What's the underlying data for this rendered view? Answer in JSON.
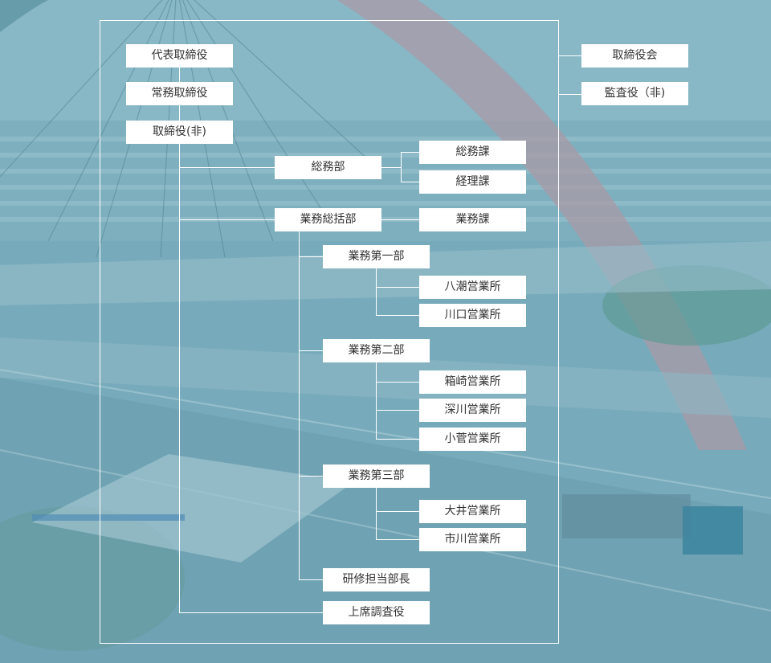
{
  "org_chart": {
    "executives": {
      "representative_director": "代表取締役",
      "managing_director": "常務取締役",
      "outside_director": "取締役(非)"
    },
    "board": {
      "board_of_directors": "取締役会",
      "outside_auditor": "監査役（非)"
    },
    "departments": {
      "general_affairs": {
        "name": "総務部",
        "sections": [
          "総務課",
          "経理課"
        ]
      },
      "operations_control": {
        "name": "業務総括部",
        "section": "業務課",
        "divisions": [
          {
            "name": "業務第一部",
            "offices": [
              "八潮営業所",
              "川口営業所"
            ]
          },
          {
            "name": "業務第二部",
            "offices": [
              "箱崎営業所",
              "深川営業所",
              "小菅営業所"
            ]
          },
          {
            "name": "業務第三部",
            "offices": [
              "大井営業所",
              "市川営業所"
            ]
          }
        ],
        "training_manager": "研修担当部長"
      },
      "senior_inspector": "上席調査役"
    }
  },
  "colors": {
    "overlay": "#5f9bab",
    "sky": "#8fbccb",
    "box": "#ffffff",
    "text": "#333333"
  }
}
